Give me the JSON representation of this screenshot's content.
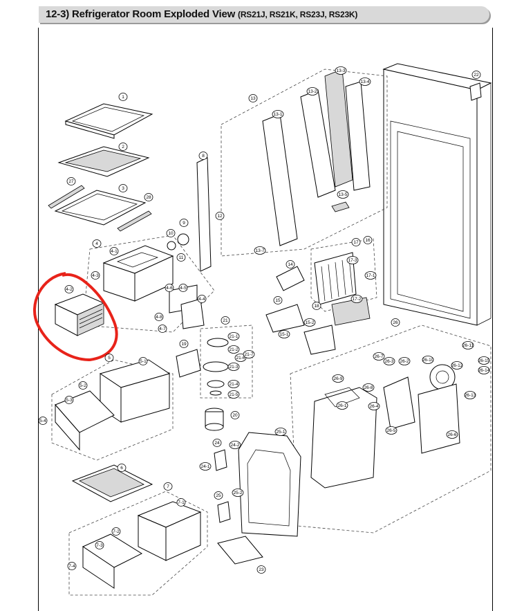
{
  "header": {
    "title": "12-3) Refrigerator Room Exploded View",
    "models": "(RS21J, RS21K, RS23J, RS23K)"
  },
  "callouts": [
    "1",
    "2",
    "27",
    "3",
    "28",
    "4",
    "4-1",
    "4-3",
    "4-2",
    "4-6",
    "4-5",
    "4-8",
    "4-7",
    "4-4",
    "11",
    "10",
    "9",
    "8",
    "5",
    "5-1",
    "5-2",
    "5-3",
    "5-4",
    "6",
    "7",
    "7-1",
    "7-2",
    "7-3",
    "7-4",
    "12",
    "13",
    "13-1",
    "13-2",
    "13-3",
    "13-4",
    "13-5",
    "13-7",
    "14",
    "15",
    "15-1",
    "15-2",
    "16",
    "17",
    "17-1",
    "17-2",
    "17-3",
    "18",
    "19",
    "20",
    "21",
    "21-1",
    "21-2",
    "21-3",
    "21-4",
    "21-5",
    "21-6",
    "21-7",
    "22",
    "23",
    "24",
    "24-1",
    "24-2",
    "25",
    "25-1",
    "25-2",
    "26",
    "26-1",
    "26-2",
    "26-3",
    "26-4",
    "26-5",
    "26-6",
    "26-7",
    "26-8",
    "26-9",
    "26-10",
    "26-11",
    "26-12",
    "26-13",
    "26-14",
    "26-15"
  ],
  "annotation": {
    "highlight_target": "4-2",
    "highlight_color": "#e8231a"
  }
}
